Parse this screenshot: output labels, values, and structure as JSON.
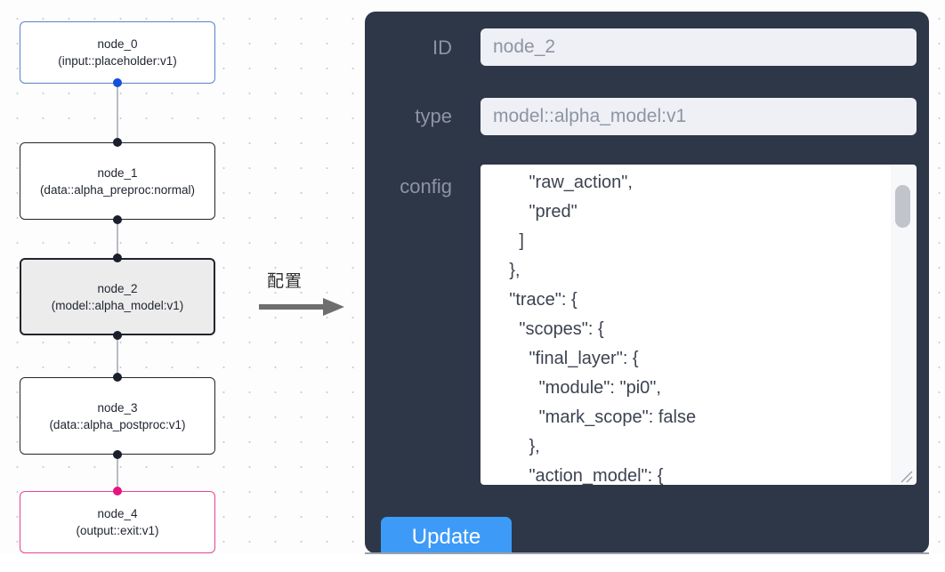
{
  "graph": {
    "nodes": [
      {
        "id": "node_0",
        "label": "node_0\n(input::placeholder:v1)",
        "kind": "input",
        "selected": false
      },
      {
        "id": "node_1",
        "label": "node_1\n(data::alpha_preproc:normal)",
        "kind": "default",
        "selected": false
      },
      {
        "id": "node_2",
        "label": "node_2\n(model::alpha_model:v1)",
        "kind": "default",
        "selected": true
      },
      {
        "id": "node_3",
        "label": "node_3\n(data::alpha_postproc:v1)",
        "kind": "default",
        "selected": false
      },
      {
        "id": "node_4",
        "label": "node_4\n(output::exit:v1)",
        "kind": "output",
        "selected": false
      }
    ],
    "edges": [
      {
        "from": "node_0",
        "to": "node_1"
      },
      {
        "from": "node_1",
        "to": "node_2"
      },
      {
        "from": "node_2",
        "to": "node_3"
      },
      {
        "from": "node_3",
        "to": "node_4"
      }
    ],
    "colors": {
      "input_border": "#5884c9",
      "output_border": "#e6458e",
      "default_border": "#22252b",
      "selected_fill": "#ececec",
      "edge": "#b8bcc4",
      "handle": "#1a1f2b",
      "handle_input": "#1351d8",
      "handle_output": "#e6147f",
      "grid_dot": "#c9ccd4"
    }
  },
  "flow": {
    "label": "配置",
    "arrow_icon": "right-arrow-icon",
    "arrow_color": "#6e6e6e"
  },
  "panel": {
    "background": "#2e3748",
    "fields": [
      {
        "name": "id",
        "label": "ID",
        "value": "node_2"
      },
      {
        "name": "type",
        "label": "type",
        "value": "model::alpha_model:v1"
      },
      {
        "name": "config",
        "label": "config",
        "value": "        \"raw_action\",\n        \"pred\"\n      ]\n    },\n    \"trace\": {\n      \"scopes\": {\n        \"final_layer\": {\n          \"module\": \"pi0\",\n          \"mark_scope\": false\n        },\n        \"action_model\": {"
      }
    ],
    "submit": {
      "label": "Update",
      "color": "#3d9bf7"
    },
    "scrollbar": {
      "thumb_color": "#c1c4ca",
      "track_color": "#f7f8fa"
    }
  }
}
